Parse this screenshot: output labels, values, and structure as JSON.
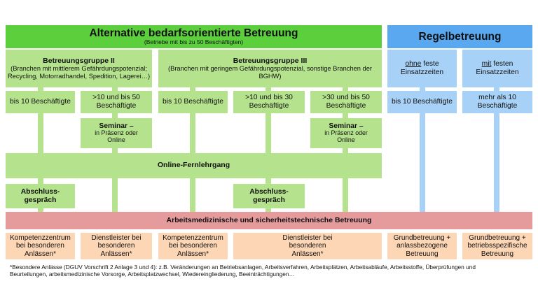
{
  "alt": {
    "title": "Alternative bedarfsorientierte Betreuung",
    "subtitle": "(Betriebe mit bis zu 50 Beschäftigten)"
  },
  "regel": {
    "title": "Regelbetreuung"
  },
  "group2": {
    "title": "Betreuungsgruppe II",
    "desc": "(Branchen mit mittlerem Gefährdungspotenzial; Recycling, Motorradhandel, Spedition, Lagerei…)"
  },
  "group3": {
    "title": "Betreuungsgruppe III",
    "desc": "(Branchen mit geringem Gefährdungspotenzial, sonstige Branchen der BGHW)"
  },
  "regel_cols": {
    "left_underline": "ohne",
    "left_rest": "feste Einsatzzeiten",
    "right_underline": "mit",
    "right_rest": "festen Einsatzzeiten"
  },
  "sizes": [
    "bis 10 Beschäftigte",
    ">10 und bis 50 Beschäftigte",
    "bis 10 Beschäftigte",
    ">10 und bis 30 Beschäftigte",
    ">30 und bis 50 Beschäftigte",
    "bis 10 Beschäftigte",
    "mehr als 10 Beschäftigte"
  ],
  "seminar": {
    "title": "Seminar –",
    "desc": "in Präsenz oder Online"
  },
  "online": "Online-Fernlehrgang",
  "abschluss": "Abschluss-gespräch",
  "arbeitsmed": "Arbeitsmedizinische und sicherheitstechnische Betreuung",
  "bottom": [
    "Kompetenzzentrum bei besonderen Anlässen*",
    "Dienstleister bei besonderen Anlässen*",
    "Kompetenzzentrum bei besonderen Anlässen*",
    "Dienstleister bei besonderen Anlässen*",
    "Grundbetreuung + anlassbezogene Betreuung",
    "Grundbetreuung + betriebsspezifische Betreuung"
  ],
  "footnote": "*Besondere Anlässe (DGUV Vorschrift 2 Anlage 3 und 4): z.B. Veränderungen an Betriebsanlagen, Arbeitsverfahren, Arbeitsplätzen, Arbeitsabläufe, Arbeitsstoffe, Überprüfungen und Beurteilungen, arbeitsmedizinische Vorsorge, Arbeitsplatzwechsel, Wiedereingliederung, Beeinträchtigungen…",
  "colors": {
    "green_dark": "#5ccf3c",
    "green_light": "#b5e38d",
    "blue_dark": "#5aa9f0",
    "blue_light": "#a7d1f6",
    "pink": "#e59a9c",
    "peach": "#fdd6b5"
  }
}
